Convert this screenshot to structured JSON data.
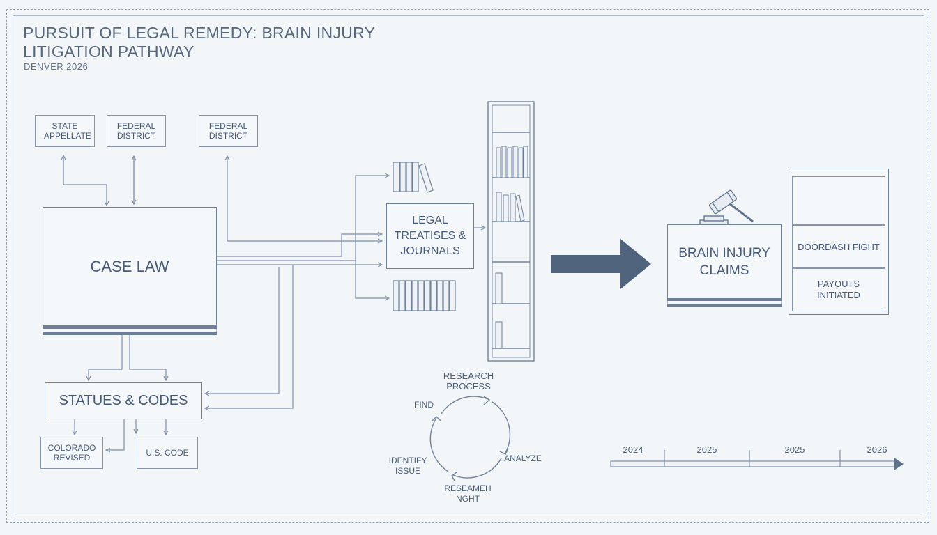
{
  "header": {
    "title": "PURSUIT OF LEGAL REMEDY: BRAIN INJURY LITIGATION PATHWAY",
    "subtitle": "DENVER 2026"
  },
  "sources": {
    "state_appellate": "STATE APPELLATE",
    "federal_district_1": "FEDERAL DISTRICT",
    "federal_district_2": "FEDERAL DISTRICT"
  },
  "nodes": {
    "case_law": "CASE LAW",
    "statutes": "STATUES & CODES",
    "colorado_revised": "COLORADO REVISED",
    "us_code": "U.S. CODE",
    "treatises": "LEGAL TREATISES & JOURNALS",
    "brain_injury": "BRAIN INJURY CLAIMS",
    "doordash": "DOORDASH FIGHT",
    "payouts": "PAYOUTS INITIATED"
  },
  "research_cycle": {
    "title": "RESEARCH PROCESS",
    "find": "FIND",
    "analyze": "ANALYZE",
    "identify": "IDENTIFY ISSUE",
    "research": "RESEAMEH NGHT"
  },
  "timeline": {
    "ticks": [
      "2024",
      "2025",
      "2025",
      "2026"
    ]
  },
  "colors": {
    "line": "#7e90a6",
    "box_border": "#6c7f97",
    "arrow_fill": "#4f637d",
    "background": "#f3f6f9"
  }
}
